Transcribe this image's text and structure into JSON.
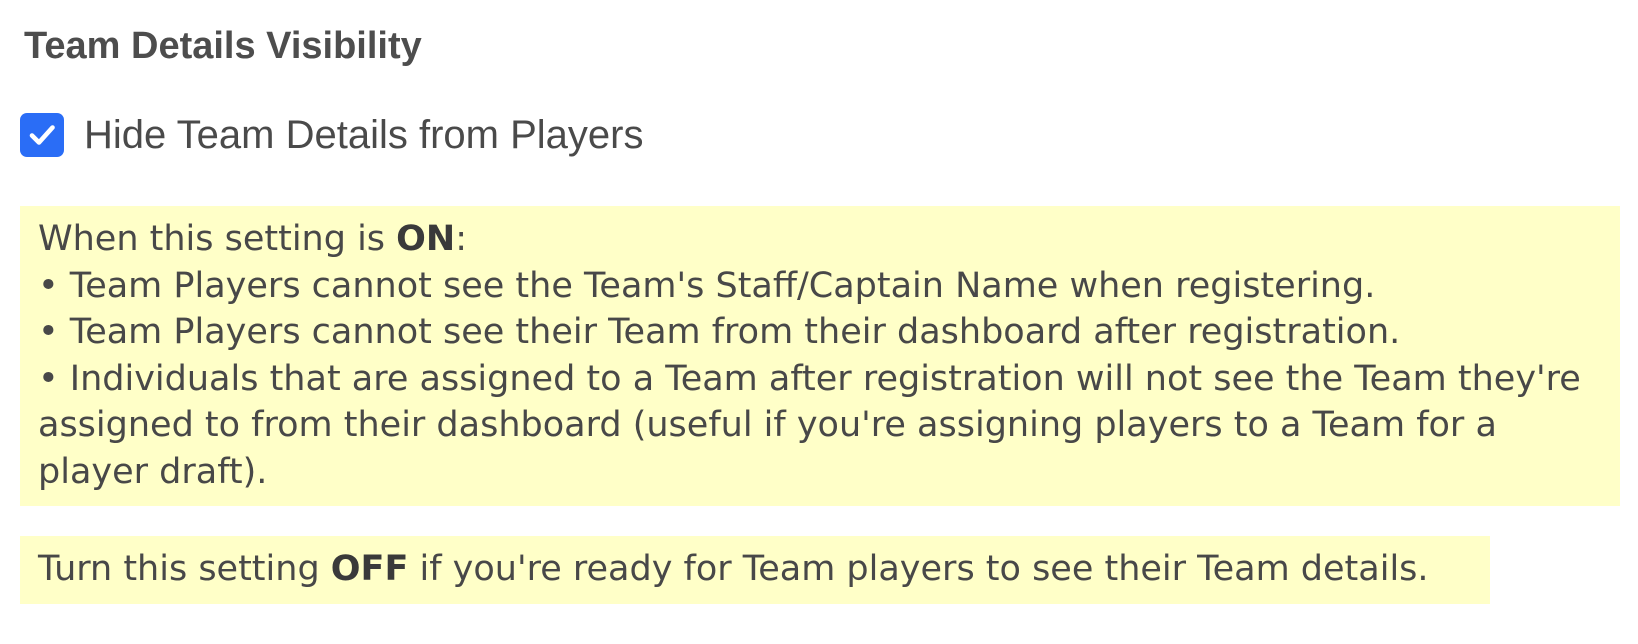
{
  "section": {
    "title": "Team Details Visibility"
  },
  "setting": {
    "label": "Hide Team Details from Players",
    "checked": true,
    "accent_color": "#2a6df6"
  },
  "on_note": {
    "intro_prefix": "When this setting is ",
    "intro_bold": "ON",
    "intro_suffix": ":",
    "bullets": [
      "• Team Players cannot see the Team's Staff/Captain Name when registering.",
      "• Team Players cannot see their Team from their dashboard after registration.",
      "• Individuals that are assigned to a Team after registration will not see the Team they're assigned to from their dashboard (useful if you're assigning players to a Team for a player draft)."
    ],
    "background_color": "#ffffc8"
  },
  "off_note": {
    "prefix": "Turn this setting ",
    "bold": "OFF",
    "suffix": " if you're ready for Team players to see their Team details."
  }
}
